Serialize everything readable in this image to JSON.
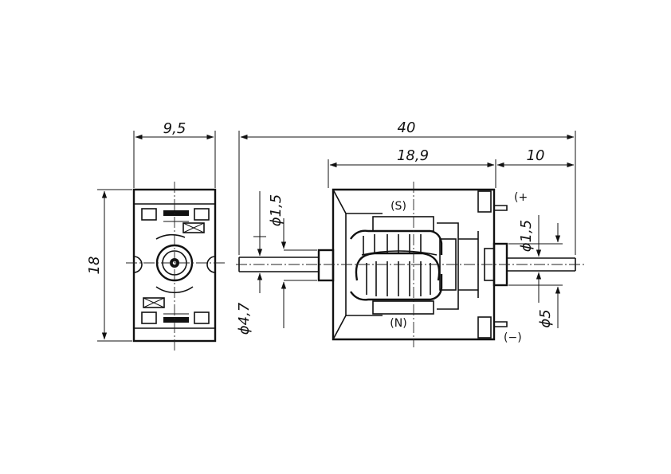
{
  "dimensions": {
    "side_width": "9,5",
    "side_height": "18",
    "total_length": "40",
    "body_length": "18,9",
    "rear_length": "10",
    "front_shaft_diameter": "ϕ1,5",
    "front_boss_diameter": "ϕ4,7",
    "rear_shaft_diameter": "ϕ1,5",
    "rear_boss_diameter": "ϕ5"
  },
  "labels": {
    "pole_south": "(S)",
    "pole_north": "(N)",
    "terminal_positive": "(+",
    "terminal_negative": "(−)"
  }
}
